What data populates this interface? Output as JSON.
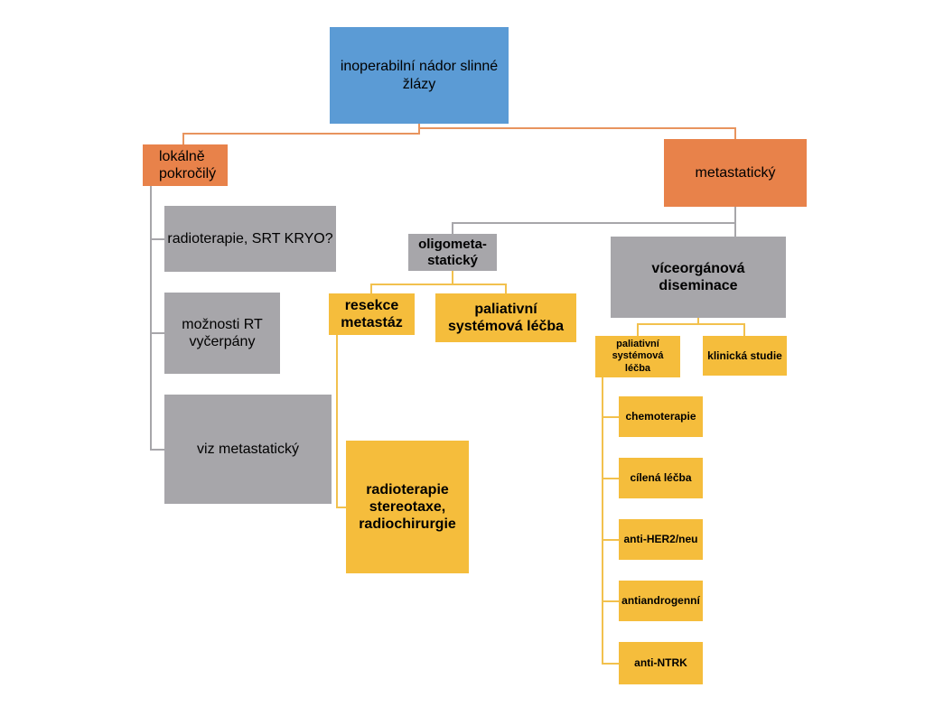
{
  "colors": {
    "root": "#5b9bd5",
    "category": "#e8824a",
    "option": "#a7a6aa",
    "treatment": "#f5bd3c",
    "line_orange": "#e8945e",
    "line_gray": "#a7a6aa",
    "line_yellow": "#f2c14e"
  },
  "nodes": {
    "root": "inoperabilní nádor slinné žlázy",
    "local": "lokálně pokročilý",
    "metastatic": "metastatický",
    "radiotherapy_srt": "radioterapie, SRT KRYO?",
    "rt_exhausted": "možnosti RT vyčerpány",
    "see_metastatic": "viz metastatický",
    "oligometastatic": "oligometa-\nstatický",
    "multiorgan": "víceorgánová diseminace",
    "resection": "resekce metastáz",
    "palliative_oligo": "paliativní systémová léčba",
    "stereotaxy": "radioterapie stereotaxe, radiochirurgie",
    "palliative_multi": "paliativní systémová léčba",
    "clinical_trial": "klinická studie",
    "chemotherapy": "chemoterapie",
    "targeted": "cílená léčba",
    "anti_her2": "anti-HER2/neu",
    "antiandrogen": "antiandrogenní",
    "anti_ntrk": "anti-NTRK"
  }
}
